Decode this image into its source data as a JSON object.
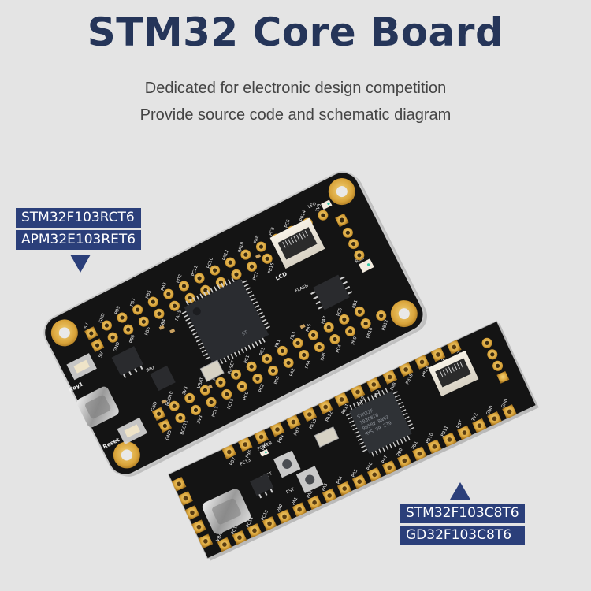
{
  "header": {
    "title": "STM32 Core Board",
    "subtitle_lines": [
      "Dedicated for electronic design competition",
      "Provide source code and schematic diagram"
    ]
  },
  "callouts": {
    "large_board": {
      "chips": [
        "STM32F103RCT6",
        "APM32E103RET6"
      ],
      "arrow": "down"
    },
    "small_board": {
      "chips": [
        "STM32F103C8T6",
        "GD32F103C8T6"
      ],
      "arrow": "up"
    }
  },
  "colors": {
    "background": "#e4e4e4",
    "title": "#253559",
    "label_bg": "#2b3f7a",
    "label_text": "#ffffff",
    "pcb": "#111111",
    "gold": "#d9a43a"
  },
  "large_board": {
    "top_pins_row1": [
      "5V",
      "GND",
      "PB9",
      "PB7",
      "PB5",
      "PB3",
      "PD2",
      "PC12",
      "PC10",
      "PA12",
      "PA10",
      "PA8",
      "PC8",
      "PC6",
      "PB14",
      "3V3"
    ],
    "top_pins_row2": [
      "5V",
      "GND",
      "PB8",
      "PB6",
      "PB4",
      "PA15",
      "PC11",
      "PA11",
      "PA9",
      "PC9",
      "PC7",
      "PB15",
      "PB13",
      "3V3"
    ],
    "bottom_pins_row1": [
      "GND",
      "BOOT0",
      "3V3",
      "VBAT",
      "PC14",
      "RESET",
      "PC1",
      "PC3",
      "PA1",
      "PA3",
      "PA5",
      "PA7",
      "PC5",
      "PB1"
    ],
    "bottom_pins_row2": [
      "GND",
      "BOOT1",
      "3V3",
      "PC13",
      "PC15",
      "PC0",
      "PC2",
      "PA0",
      "PA2",
      "PA4",
      "PA6",
      "PC4",
      "PB0",
      "PB10",
      "PB12"
    ],
    "labels": {
      "key": "Key1",
      "reset": "Reset",
      "lcd": "LCD",
      "led": "LED",
      "rgb": "RGB",
      "flash": "FLASH",
      "imu": "IMU",
      "mcu": "ST"
    }
  },
  "small_board": {
    "top_pins": [
      "PB7",
      "PB6",
      "PB5",
      "PB4",
      "PB3",
      "PA15",
      "PA12",
      "PA11",
      "PA10",
      "PA9",
      "PA8",
      "PB15",
      "PB14",
      "PB13",
      "PB12"
    ],
    "bottom_pins": [
      "VBAT",
      "PC13",
      "PC14",
      "PC15",
      "PA0",
      "PA1",
      "PA2",
      "PA3",
      "PA4",
      "PA5",
      "PA6",
      "PA7",
      "PB0",
      "PB1",
      "PB10",
      "PB11",
      "RST",
      "3V3",
      "GND",
      "GND"
    ],
    "left_pins": [
      "3V3",
      "GND",
      "+5V",
      "PB9",
      "PB8"
    ],
    "labels": {
      "power": "POWER",
      "pc13": "PC13",
      "boot": "BOOT",
      "rst": "RST",
      "mcu_mark": [
        "STM32F",
        "103C8T6",
        "9950V RN93",
        "MYS 99 239"
      ]
    }
  }
}
